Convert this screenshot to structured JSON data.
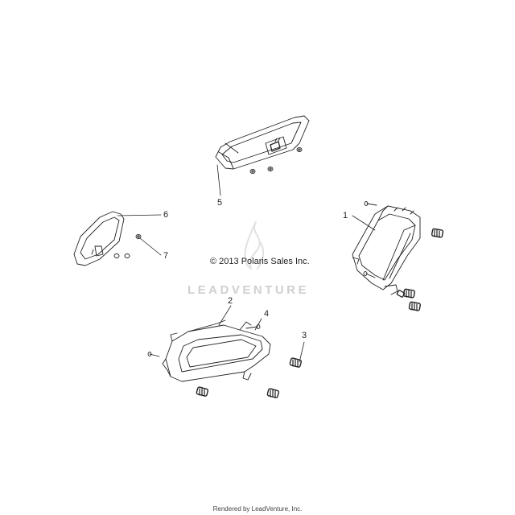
{
  "copyright": "© 2013 Polaris Sales Inc.",
  "watermark": "LEADVENTURE",
  "footer": "Rendered by LeadVenture, Inc.",
  "callouts": {
    "c1": "1",
    "c2": "2",
    "c3": "3",
    "c4": "4",
    "c5": "5",
    "c6": "6",
    "c7": "7"
  }
}
